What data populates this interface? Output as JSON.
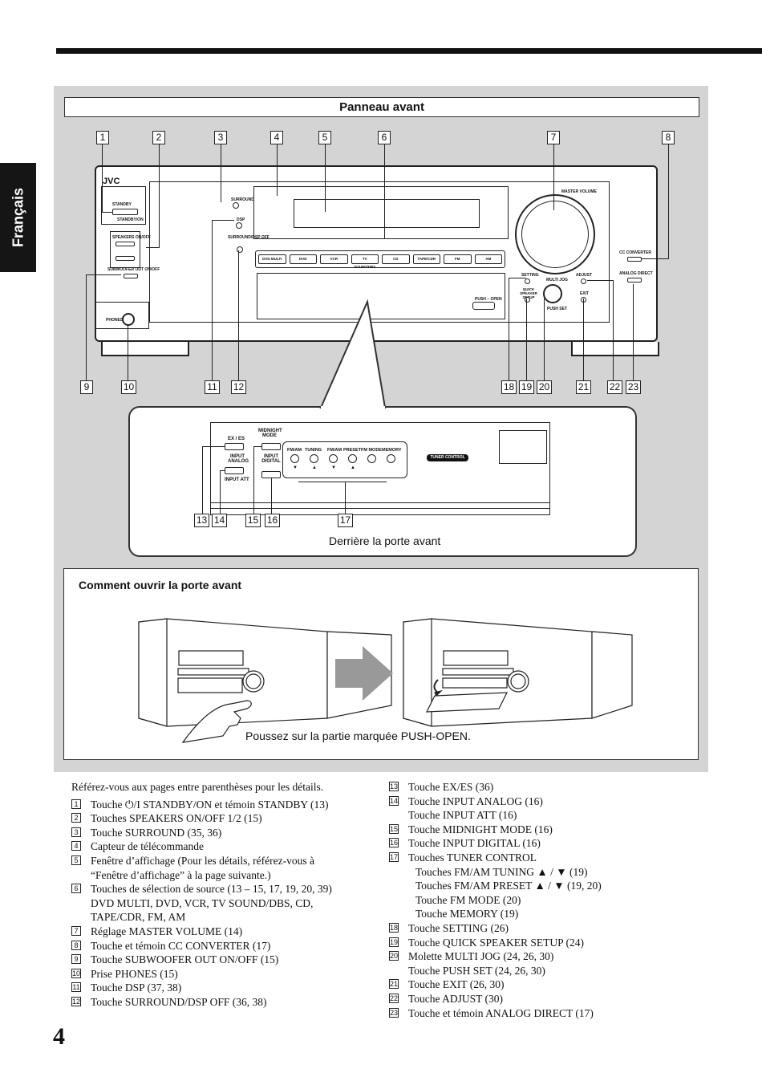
{
  "page": {
    "number": "4",
    "language_tab": "Français"
  },
  "front_panel": {
    "title": "Panneau avant",
    "brand": "JVC",
    "labels": {
      "standby": "STANDBY",
      "standby_on": "STANDBY/ON",
      "speakers": "SPEAKERS ON/OFF",
      "speakers_1": "1",
      "speakers_2": "2",
      "subwoofer": "SUBWOOFER OUT ON/OFF",
      "phones": "PHONES",
      "surround": "SURROUND",
      "dsp": "DSP",
      "surround_dsp_off": "SURROUND/DSP OFF",
      "master_volume": "MASTER VOLUME",
      "cc_converter": "CC CONVERTER",
      "setting": "SETTING",
      "quick_speaker_setup": "QUICK SPEAKER SETUP",
      "multi_jog": "MULTI JOG",
      "push_set": "PUSH SET",
      "adjust": "ADJUST",
      "exit": "EXIT",
      "analog_direct": "ANALOG DIRECT",
      "push_open": "PUSH – OPEN"
    },
    "source_buttons": [
      "DVD MULTI",
      "DVD",
      "VCR",
      "TV SOUND/DBS",
      "CD",
      "TAPE/CDR",
      "FM",
      "AM"
    ],
    "callouts_top": [
      "1",
      "2",
      "3",
      "4",
      "5",
      "6",
      "7",
      "8"
    ],
    "callouts_bottom": [
      "9",
      "10",
      "11",
      "12",
      "18",
      "19",
      "20",
      "21",
      "22",
      "23"
    ]
  },
  "behind_door": {
    "caption": "Derrière la porte avant",
    "labels": {
      "ex_es": "EX / ES",
      "input_analog": "INPUT ANALOG",
      "input_att": "INPUT ATT",
      "midnight_mode": "MIDNIGHT MODE",
      "input_digital": "INPUT DIGITAL",
      "tuner_control": "TUNER CONTROL"
    },
    "tuner_buttons": [
      "FM/AM",
      "TUNING",
      "FM/AM",
      "PRESET",
      "FM MODE",
      "MEMORY"
    ],
    "tuner_arrows": [
      "▼",
      "▲",
      "▼",
      "▲"
    ],
    "callouts": [
      "13",
      "14",
      "15",
      "16",
      "17"
    ]
  },
  "how_to_open": {
    "title": "Comment ouvrir la porte avant",
    "caption": "Poussez sur la partie marquée PUSH-OPEN."
  },
  "intro": "Référez-vous aux pages entre parenthèses pour les détails.",
  "left_list": [
    {
      "n": "1",
      "lines": [
        "Touche ⏻/I STANDBY/ON et témoin STANDBY (13)"
      ]
    },
    {
      "n": "2",
      "lines": [
        "Touches SPEAKERS ON/OFF 1/2 (15)"
      ]
    },
    {
      "n": "3",
      "lines": [
        "Touche SURROUND (35, 36)"
      ]
    },
    {
      "n": "4",
      "lines": [
        "Capteur de télécommande"
      ]
    },
    {
      "n": "5",
      "lines": [
        "Fenêtre d’affichage (Pour les détails, référez-vous à",
        "“Fenêtre d’affichage” à la page suivante.)"
      ]
    },
    {
      "n": "6",
      "lines": [
        "Touches de sélection de source (13 – 15, 17, 19, 20, 39)",
        "DVD MULTI, DVD, VCR, TV SOUND/DBS, CD,",
        "TAPE/CDR, FM, AM"
      ]
    },
    {
      "n": "7",
      "lines": [
        "Réglage MASTER VOLUME (14)"
      ]
    },
    {
      "n": "8",
      "lines": [
        "Touche et témoin CC CONVERTER (17)"
      ]
    },
    {
      "n": "9",
      "lines": [
        "Touche SUBWOOFER OUT ON/OFF (15)"
      ]
    },
    {
      "n": "10",
      "lines": [
        "Prise PHONES (15)"
      ]
    },
    {
      "n": "11",
      "lines": [
        "Touche DSP (37, 38)"
      ]
    },
    {
      "n": "12",
      "lines": [
        "Touche SURROUND/DSP OFF (36, 38)"
      ]
    }
  ],
  "right_list": [
    {
      "n": "13",
      "lines": [
        "Touche EX/ES (36)"
      ]
    },
    {
      "n": "14",
      "lines": [
        "Touche INPUT ANALOG (16)",
        "Touche INPUT ATT (16)"
      ]
    },
    {
      "n": "15",
      "lines": [
        "Touche MIDNIGHT MODE (16)"
      ]
    },
    {
      "n": "16",
      "lines": [
        "Touche INPUT DIGITAL (16)"
      ]
    },
    {
      "n": "17",
      "lines": [
        "Touches TUNER CONTROL"
      ],
      "sub": [
        "Touches FM/AM TUNING ▲ / ▼ (19)",
        "Touches FM/AM PRESET ▲ / ▼ (19, 20)",
        "Touche FM MODE (20)",
        "Touche MEMORY (19)"
      ]
    },
    {
      "n": "18",
      "lines": [
        "Touche SETTING (26)"
      ]
    },
    {
      "n": "19",
      "lines": [
        "Touche QUICK SPEAKER SETUP (24)"
      ]
    },
    {
      "n": "20",
      "lines": [
        "Molette MULTI JOG (24, 26, 30)",
        "Touche PUSH SET (24, 26, 30)"
      ]
    },
    {
      "n": "21",
      "lines": [
        "Touche EXIT (26, 30)"
      ]
    },
    {
      "n": "22",
      "lines": [
        "Touche ADJUST (30)"
      ]
    },
    {
      "n": "23",
      "lines": [
        "Touche et témoin ANALOG DIRECT (17)"
      ]
    }
  ]
}
